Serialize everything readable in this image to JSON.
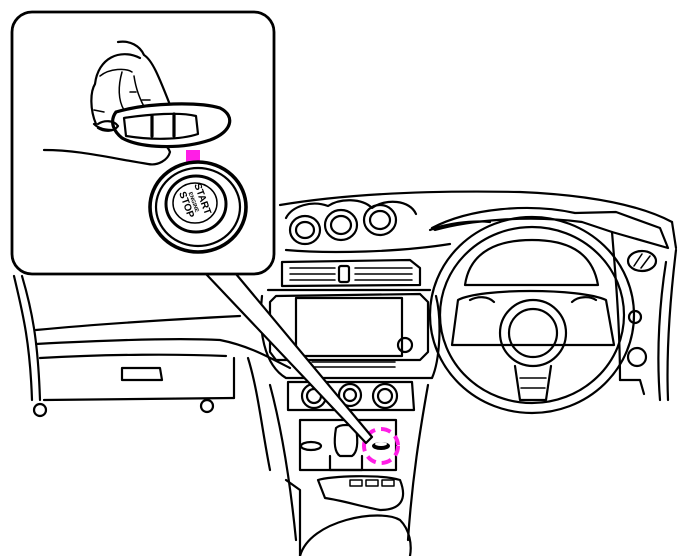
{
  "figure": {
    "description": "Vehicle interior illustration: pressing the engine start/stop switch while holding the intelligent key",
    "highlight_color": "#ff1ee6",
    "line_color": "#000000",
    "background": "#ffffff"
  },
  "inset": {
    "button_label_top": "START",
    "button_label_middle": "ENGINE",
    "button_label_bottom": "STOP"
  },
  "callout": {
    "target": "engine-start-stop-switch-location"
  }
}
